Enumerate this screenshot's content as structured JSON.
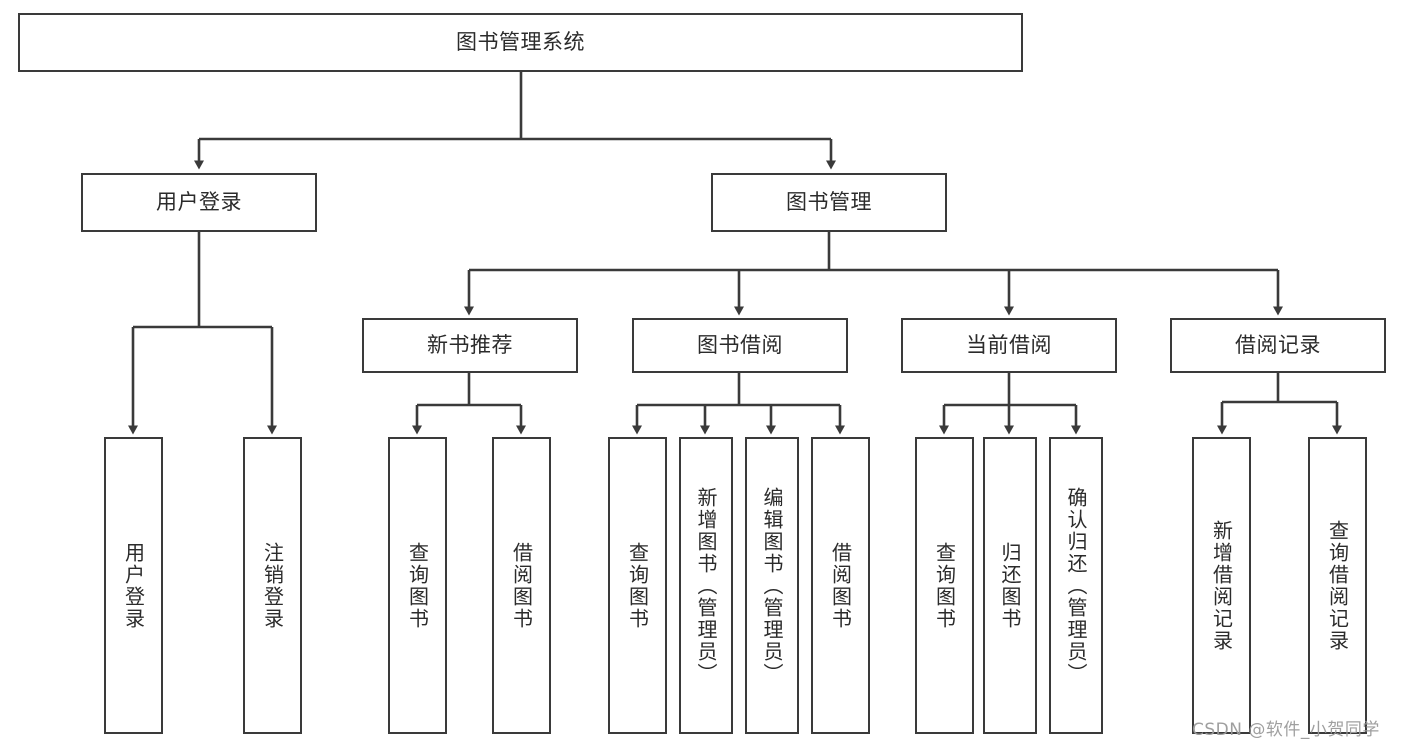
{
  "diagram": {
    "type": "hierarchy-tree",
    "title": "图书管理系统",
    "orientation": "top-down",
    "levels": 4,
    "colors": {
      "box_border": "#3a3a3a",
      "box_fill": "#ffffff",
      "connector": "#3a3a3a",
      "text": "#2b2b2b",
      "watermark": "#9a9a9a",
      "background": "#ffffff"
    },
    "nodes": {
      "root": {
        "label": "图书管理系统",
        "level": 0,
        "orientation": "horizontal"
      },
      "l1": [
        {
          "id": "user_login",
          "label": "用户登录",
          "level": 1,
          "orientation": "horizontal"
        },
        {
          "id": "book_manage",
          "label": "图书管理",
          "level": 1,
          "orientation": "horizontal"
        }
      ],
      "l2": [
        {
          "id": "new_book_rec",
          "label": "新书推荐",
          "level": 2,
          "orientation": "horizontal",
          "parent": "book_manage"
        },
        {
          "id": "book_borrow",
          "label": "图书借阅",
          "level": 2,
          "orientation": "horizontal",
          "parent": "book_manage"
        },
        {
          "id": "current_borrow",
          "label": "当前借阅",
          "level": 2,
          "orientation": "horizontal",
          "parent": "book_manage"
        },
        {
          "id": "borrow_record",
          "label": "借阅记录",
          "level": 2,
          "orientation": "horizontal",
          "parent": "book_manage"
        }
      ],
      "leaves": [
        {
          "id": "leaf_user_login",
          "label": "用户登录",
          "parent": "user_login",
          "orientation": "vertical"
        },
        {
          "id": "leaf_user_logout",
          "label": "注销登录",
          "parent": "user_login",
          "orientation": "vertical"
        },
        {
          "id": "leaf_rec_query",
          "label": "查询图书",
          "parent": "new_book_rec",
          "orientation": "vertical"
        },
        {
          "id": "leaf_rec_borrow",
          "label": "借阅图书",
          "parent": "new_book_rec",
          "orientation": "vertical"
        },
        {
          "id": "leaf_borrow_query",
          "label": "查询图书",
          "parent": "book_borrow",
          "orientation": "vertical"
        },
        {
          "id": "leaf_borrow_add",
          "label": "新增图书（管理员）",
          "parent": "book_borrow",
          "orientation": "vertical"
        },
        {
          "id": "leaf_borrow_edit",
          "label": "编辑图书（管理员）",
          "parent": "book_borrow",
          "orientation": "vertical"
        },
        {
          "id": "leaf_borrow_lend",
          "label": "借阅图书",
          "parent": "book_borrow",
          "orientation": "vertical"
        },
        {
          "id": "leaf_cur_query",
          "label": "查询图书",
          "parent": "current_borrow",
          "orientation": "vertical"
        },
        {
          "id": "leaf_cur_return",
          "label": "归还图书",
          "parent": "current_borrow",
          "orientation": "vertical"
        },
        {
          "id": "leaf_cur_confirm",
          "label": "确认归还（管理员）",
          "parent": "current_borrow",
          "orientation": "vertical"
        },
        {
          "id": "leaf_rec_add",
          "label": "新增借阅记录",
          "parent": "borrow_record",
          "orientation": "vertical"
        },
        {
          "id": "leaf_rec_search",
          "label": "查询借阅记录",
          "parent": "borrow_record",
          "orientation": "vertical"
        }
      ]
    }
  },
  "watermark": {
    "text": "CSDN @软件_小贺同学"
  }
}
